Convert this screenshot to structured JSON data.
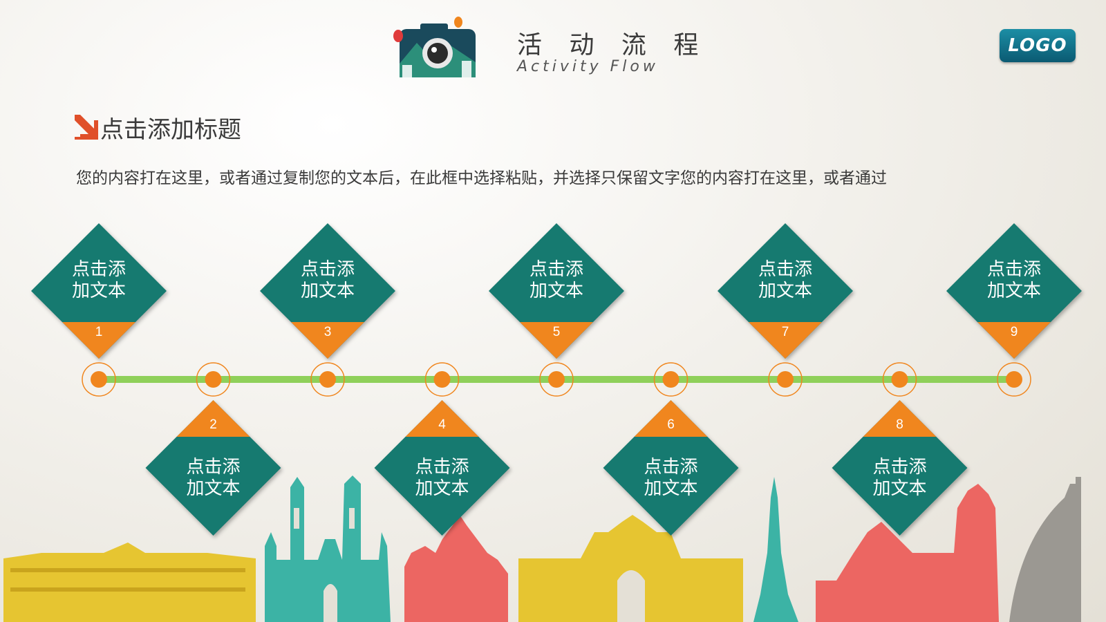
{
  "header": {
    "title_cn": "活 动 流 程",
    "title_en": "Activity Flow",
    "logo_label": "LOGO"
  },
  "section": {
    "title": "点击添加标题",
    "body": "您的内容打在这里，或者通过复制您的文本后，在此框中选择粘贴，并选择只保留文字您的内容打在这里，或者通过"
  },
  "timeline": {
    "nodes": [
      {
        "number": "1",
        "label_line1": "点击添",
        "label_line2": "加文本",
        "position": "top"
      },
      {
        "number": "2",
        "label_line1": "点击添",
        "label_line2": "加文本",
        "position": "bottom"
      },
      {
        "number": "3",
        "label_line1": "点击添",
        "label_line2": "加文本",
        "position": "top"
      },
      {
        "number": "4",
        "label_line1": "点击添",
        "label_line2": "加文本",
        "position": "bottom"
      },
      {
        "number": "5",
        "label_line1": "点击添",
        "label_line2": "加文本",
        "position": "top"
      },
      {
        "number": "6",
        "label_line1": "点击添",
        "label_line2": "加文本",
        "position": "bottom"
      },
      {
        "number": "7",
        "label_line1": "点击添",
        "label_line2": "加文本",
        "position": "top"
      },
      {
        "number": "8",
        "label_line1": "点击添",
        "label_line2": "加文本",
        "position": "bottom"
      },
      {
        "number": "9",
        "label_line1": "点击添",
        "label_line2": "加文本",
        "position": "top"
      }
    ]
  },
  "colors": {
    "diamond": "#167a70",
    "accent_orange": "#f0861e",
    "timeline_line": "#8fd05a",
    "arrow_red": "#e0502a",
    "skyline_yellow": "#e6c531",
    "skyline_teal": "#3cb3a5",
    "skyline_red": "#ec6662",
    "skyline_gray": "#9b9892"
  },
  "icons": [
    "camera-travel-icon",
    "corner-arrow-icon"
  ]
}
